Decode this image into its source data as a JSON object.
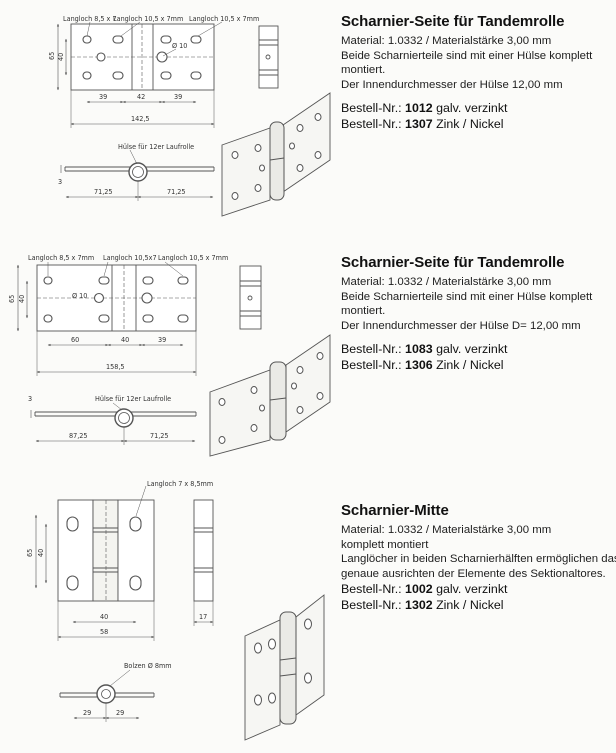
{
  "products": [
    {
      "title": "Scharnier-Seite für Tandemrolle",
      "lines": [
        "Material: 1.0332 / Materialstärke 3,00 mm",
        "Beide Scharnierteile sind mit einer Hülse komplett",
        "montiert.",
        "Der Innendurchmesser der Hülse  12,00 mm"
      ],
      "orders": [
        {
          "label": "Bestell-Nr.:",
          "number": "1012",
          "finish": "galv. verzinkt"
        },
        {
          "label": "Bestell-Nr.:",
          "number": "1307",
          "finish": "Zink / Nickel"
        }
      ],
      "drawing": {
        "callouts": [
          "Langloch 8,5 x 7",
          "Langloch 10,5 x 7mm",
          "Langloch 10,5 x 7mm"
        ],
        "dims": [
          "65",
          "40",
          "39",
          "42",
          "39",
          "142,5",
          "71,25",
          "71,25",
          "3"
        ],
        "hole": "Ø 10",
        "sleeve": "Hülse für 12er Laufrolle"
      }
    },
    {
      "title": "Scharnier-Seite für Tandemrolle",
      "lines": [
        "Material: 1.0332 / Materialstärke 3,00 mm",
        "Beide Scharnierteile sind mit einer Hülse komplett",
        "montiert.",
        "Der Innendurchmesser der Hülse D= 12,00 mm"
      ],
      "orders": [
        {
          "label": "Bestell-Nr.:",
          "number": "1083",
          "finish": "galv. verzinkt"
        },
        {
          "label": "Bestell-Nr.:",
          "number": "1306",
          "finish": "Zink / Nickel"
        }
      ],
      "drawing": {
        "callouts": [
          "Langloch 8,5 x 7mm",
          "Langloch 10,5x7",
          "Langloch 10,5 x 7mm"
        ],
        "dims": [
          "65",
          "40",
          "60",
          "40",
          "39",
          "158,5",
          "87,25",
          "71,25",
          "3"
        ],
        "hole": "Ø 10",
        "sleeve": "Hülse für 12er Laufrolle"
      }
    },
    {
      "title": "Scharnier-Mitte",
      "lines": [
        "Material: 1.0332 / Materialstärke 3,00 mm",
        "komplett montiert",
        "Langlöcher in beiden Scharnierhälften ermöglichen das",
        "genaue ausrichten der Elemente des Sektionaltores."
      ],
      "orders": [
        {
          "label": "Bestell-Nr.:",
          "number": "1002",
          "finish": "galv. verzinkt"
        },
        {
          "label": "Bestell-Nr.:",
          "number": "1302",
          "finish": "Zink / Nickel"
        }
      ],
      "drawing": {
        "callouts": [
          "Langloch 7 x 8,5mm"
        ],
        "dims": [
          "65",
          "40",
          "40",
          "58",
          "17",
          "29",
          "29"
        ],
        "bolt": "Bolzen Ø 8mm"
      }
    }
  ]
}
